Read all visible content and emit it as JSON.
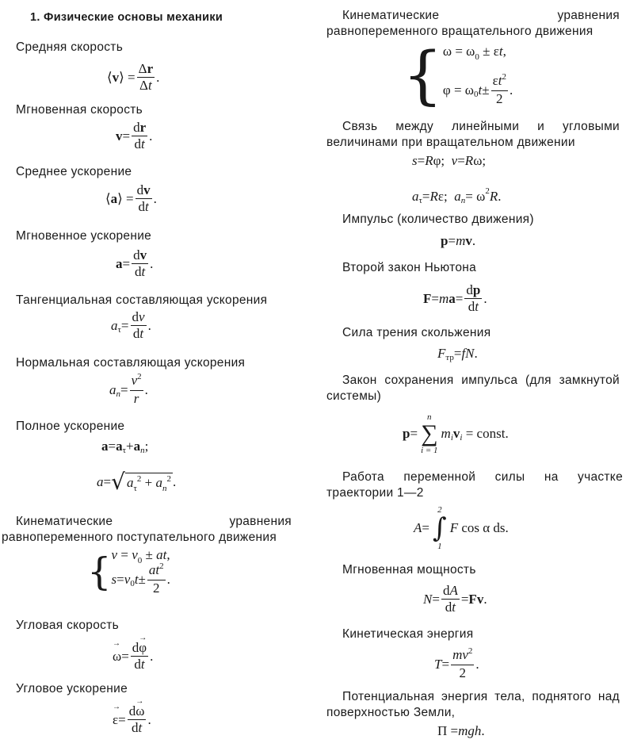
{
  "left": {
    "section_title": "1. Физические основы механики",
    "avg_speed": "Средняя скорость",
    "inst_speed": "Мгновенная скорость",
    "avg_accel": "Среднее ускорение",
    "inst_accel": "Мгновенное ускорение",
    "tang_accel": "Тангенциальная составляющая ускорения",
    "norm_accel": "Нормальная составляющая ускорения",
    "full_accel": "Полное ускорение",
    "kin_trans": "Кинематические уравнения равнопеременного поступательного движения",
    "ang_speed": "Угловая скорость",
    "ang_accel": "Угловое ускорение"
  },
  "right": {
    "kin_rot": "Кинематические уравнения равнопеременного вращательного движения",
    "relation": "Связь между линейными и угловыми величинами при вращательном движении",
    "momentum": "Импульс (количество движения)",
    "newton2": "Второй закон Ньютона",
    "friction": "Сила трения скольжения",
    "conservation": "Закон сохранения импульса (для замкнутой системы)",
    "work": "Работа переменной силы на участке траектории 1—2",
    "power": "Мгновенная мощность",
    "kinetic": "Кинетическая энергия",
    "potential": "Потенциальная энергия тела, поднятого над поверхностью Земли,"
  },
  "formulas": {
    "const_word": "const",
    "cos_word": "cos α ds"
  }
}
